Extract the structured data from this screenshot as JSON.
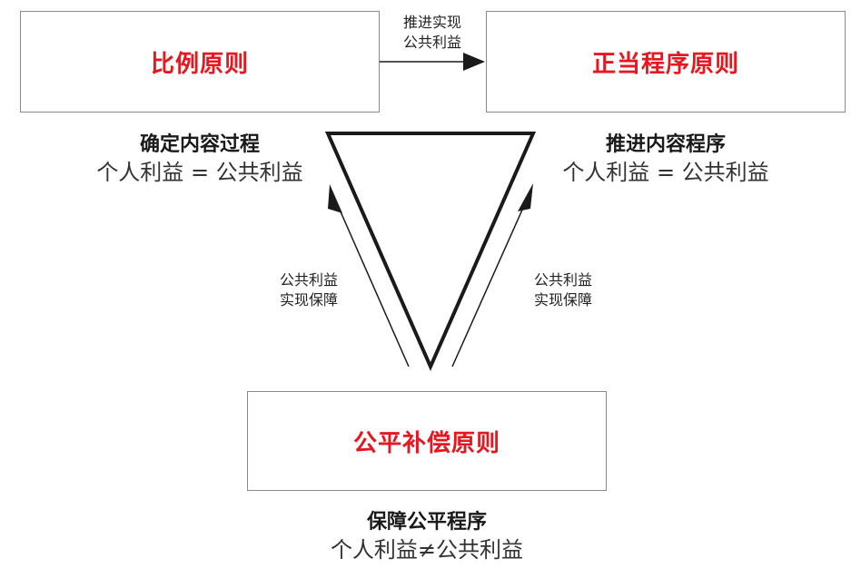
{
  "boxes": {
    "left": "比例原则",
    "right": "正当程序原则",
    "bottom": "公平补偿原则"
  },
  "captions": {
    "left": {
      "title": "确定内容过程",
      "subtitle": "个人利益 = 公共利益"
    },
    "right": {
      "title": "推进内容程序",
      "subtitle": "个人利益 = 公共利益"
    },
    "bottom": {
      "title": "保障公平程序",
      "subtitle": "个人利益≠公共利益"
    }
  },
  "arrow_labels": {
    "top": [
      "推进实现",
      "公共利益"
    ],
    "left": [
      "公共利益",
      "实现保障"
    ],
    "right": [
      "公共利益",
      "实现保障"
    ]
  },
  "colors": {
    "title_red": "#e8161e",
    "border_gray": "#8a8a8a",
    "text_dark": "#1a1a1a"
  }
}
